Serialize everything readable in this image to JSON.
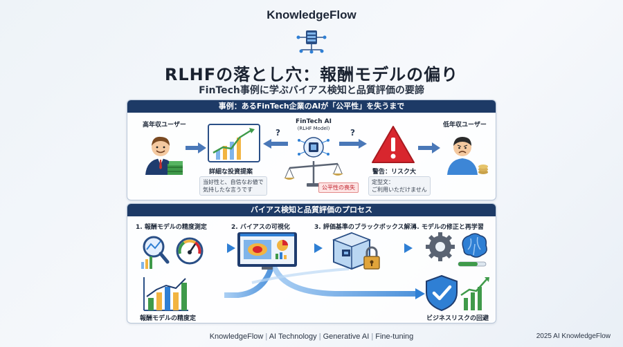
{
  "brand": "KnowledgeFlow",
  "title": "RLHFの落とし穴：報酬モデルの偏り",
  "subtitle": "FinTech事例に学ぶバイアス検知と品質評価の要諦",
  "case_panel": {
    "header": "事例：あるFinTech企業のAIが「公平性」を失うまで",
    "high_income_label": "高年収ユーザー",
    "low_income_label": "低年収ユーザー",
    "ai_name": "FinTech AI",
    "ai_sub": "(RLHF Model)",
    "question_mark": "?",
    "proposal_label": "詳細な投資提案",
    "proposal_note_1": "当好性と、自信なお値で",
    "proposal_note_2": "気持したな言うです",
    "fairness_badge": "公平性の喪失",
    "warning_label": "警告：リスク大",
    "warning_note_1": "定型文：",
    "warning_note_2": "ご利用いただけません"
  },
  "process_panel": {
    "header": "バイアス検知と品質評価のプロセス",
    "steps": [
      {
        "label": "1. 報酬モデルの精度測定"
      },
      {
        "label": "2. バイアスの可視化"
      },
      {
        "label": "3. 評価基準のブラックボックス解消"
      },
      {
        "label": "4. モデルの修正と再学習"
      }
    ],
    "bottom_left_label": "報酬モデルの精度定",
    "bottom_right_label": "ビジネスリスクの回避"
  },
  "footer": {
    "links": [
      "KnowledgeFlow",
      "AI Technology",
      "Generative AI",
      "Fine-tuning"
    ],
    "separator": "|",
    "copyright": "2025 AI KnowledgeFlow"
  },
  "colors": {
    "navy": "#1d3a66",
    "accent_blue": "#2f7fd4",
    "warning_red": "#d8262e",
    "money_green": "#3f9a4a"
  }
}
